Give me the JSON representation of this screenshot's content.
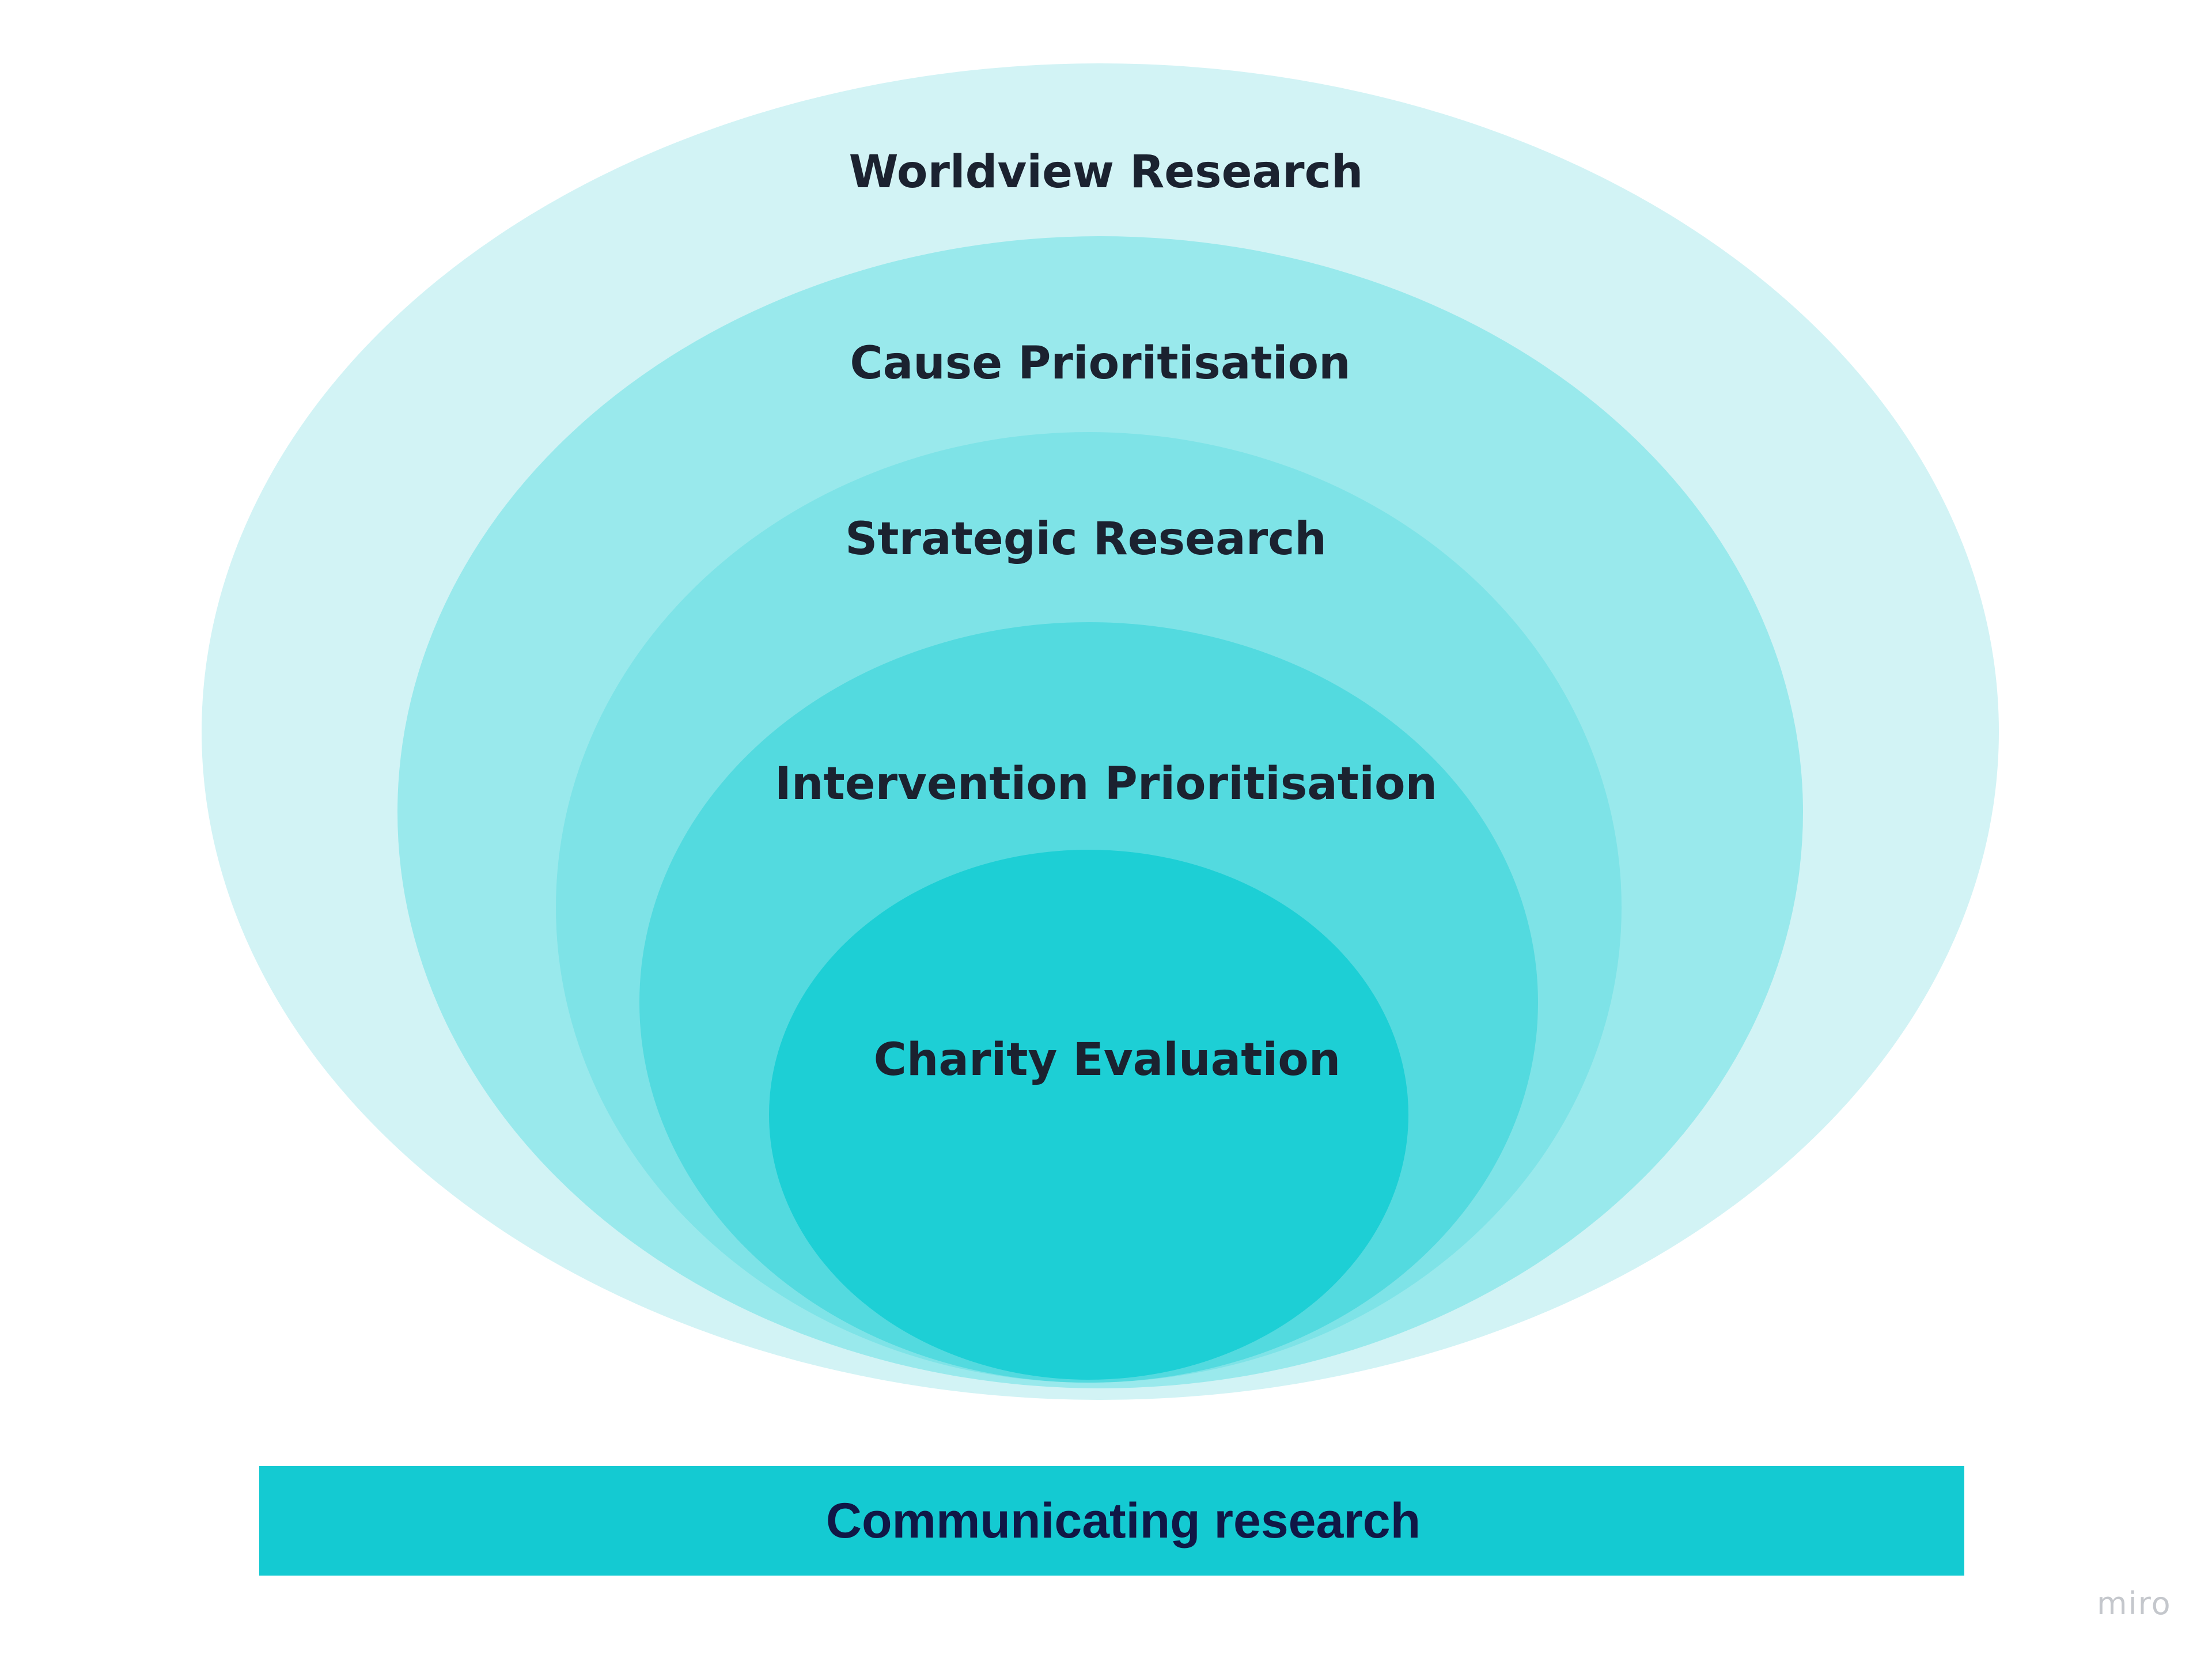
{
  "layers": [
    {
      "label": "Worldview Research",
      "color": "#d2f3f5"
    },
    {
      "label": "Cause Prioritisation",
      "color": "#99e9ec"
    },
    {
      "label": "Strategic Research",
      "color": "#7ee3e7"
    },
    {
      "label": "Intervention Prioritisation",
      "color": "#53dadf"
    },
    {
      "label": "Charity Evaluation",
      "color": "#1dcfd5"
    }
  ],
  "foundation": {
    "label": "Communicating research",
    "color": "#14cad2"
  },
  "watermark": {
    "text": "miro"
  }
}
